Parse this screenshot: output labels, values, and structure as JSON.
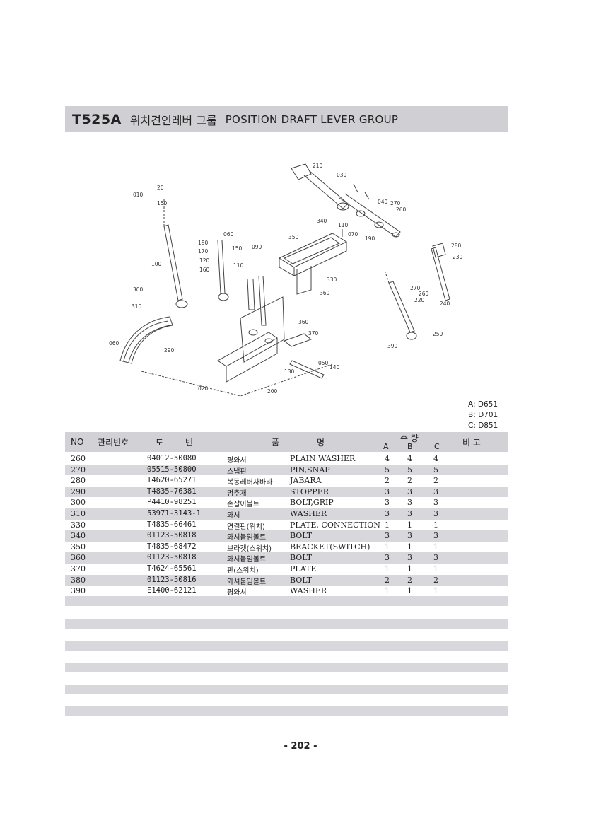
{
  "header": {
    "code": "T525A",
    "title_ko": "위치견인레버 그룹",
    "title_en": "POSITION DRAFT LEVER GROUP"
  },
  "diagram": {
    "labels": [
      "210",
      "030",
      "040",
      "270",
      "260",
      "340",
      "110",
      "070",
      "190",
      "350",
      "280",
      "230",
      "010",
      "20",
      "150",
      "180",
      "060",
      "170",
      "090",
      "120",
      "160",
      "100",
      "300",
      "310",
      "330",
      "360",
      "270",
      "260",
      "220",
      "240",
      "360",
      "370",
      "250",
      "390",
      "050",
      "060",
      "140",
      "130",
      "290",
      "020",
      "200"
    ]
  },
  "legend": [
    "A: D651",
    "B: D701",
    "C: D851"
  ],
  "table": {
    "headers": {
      "no": "NO",
      "mgmt": "관리번호",
      "drawing_1": "도",
      "drawing_2": "번",
      "name_1": "품",
      "name_2": "명",
      "qty": "수 량",
      "a": "A",
      "b": "B",
      "c": "C",
      "remarks": "비  고"
    },
    "rows": [
      {
        "no": "260",
        "part": "04012-50080",
        "ko": "평와셔",
        "en": "PLAIN WASHER",
        "a": "4",
        "b": "4",
        "c": "4"
      },
      {
        "no": "270",
        "part": "05515-50800",
        "ko": "스냅핀",
        "en": "PIN,SNAP",
        "a": "5",
        "b": "5",
        "c": "5"
      },
      {
        "no": "280",
        "part": "T4620-65271",
        "ko": "복동레버자바라",
        "en": "JABARA",
        "a": "2",
        "b": "2",
        "c": "2"
      },
      {
        "no": "290",
        "part": "T4835-76381",
        "ko": "멈추개",
        "en": "STOPPER",
        "a": "3",
        "b": "3",
        "c": "3"
      },
      {
        "no": "300",
        "part": "P4410-98251",
        "ko": "손잡이볼트",
        "en": "BOLT,GRIP",
        "a": "3",
        "b": "3",
        "c": "3"
      },
      {
        "no": "310",
        "part": "53971-3143-1",
        "ko": "와셔",
        "en": "WASHER",
        "a": "3",
        "b": "3",
        "c": "3"
      },
      {
        "no": "330",
        "part": "T4835-66461",
        "ko": "연결판(위치)",
        "en": "PLATE, CONNECTION",
        "a": "1",
        "b": "1",
        "c": "1"
      },
      {
        "no": "340",
        "part": "01123-50818",
        "ko": "와셔붙임볼트",
        "en": "BOLT",
        "a": "3",
        "b": "3",
        "c": "3"
      },
      {
        "no": "350",
        "part": "T4835-68472",
        "ko": "브라켓(스위치)",
        "en": "BRACKET(SWITCH)",
        "a": "1",
        "b": "1",
        "c": "1"
      },
      {
        "no": "360",
        "part": "01123-50818",
        "ko": "와셔붙임볼트",
        "en": "BOLT",
        "a": "3",
        "b": "3",
        "c": "3"
      },
      {
        "no": "370",
        "part": "T4624-65561",
        "ko": "판(스위치)",
        "en": "PLATE",
        "a": "1",
        "b": "1",
        "c": "1"
      },
      {
        "no": "380",
        "part": "01123-50816",
        "ko": "와셔붙임볼트",
        "en": "BOLT",
        "a": "2",
        "b": "2",
        "c": "2"
      },
      {
        "no": "390",
        "part": "E1400-62121",
        "ko": "평와셔",
        "en": "WASHER",
        "a": "1",
        "b": "1",
        "c": "1"
      }
    ]
  },
  "page_number": "- 202 -"
}
